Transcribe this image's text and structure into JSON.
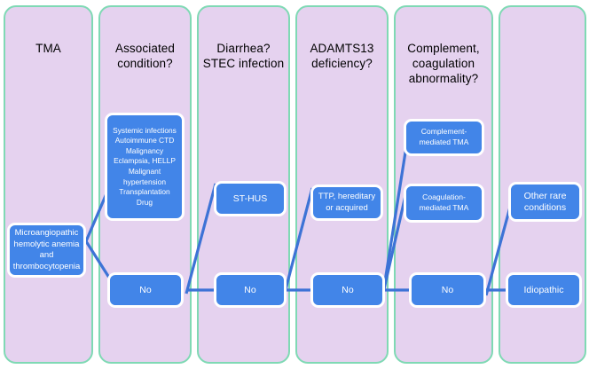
{
  "diagram": {
    "title": "TMA diagnostic flowchart",
    "colors": {
      "panel": "#e5d2ef",
      "panel_border": "#7fd9b4",
      "node": "#4285e8",
      "node_border": "#ffffff",
      "connector": "#3d73d6",
      "background": "#ffffff",
      "node_text": "#ffffff",
      "header_text": "#000000"
    },
    "columns": [
      {
        "id": "col-tma",
        "header": "TMA"
      },
      {
        "id": "col-associated-condition",
        "header": "Associated condition?"
      },
      {
        "id": "col-diarrhea-stec",
        "header": "Diarrhea? STEC infection"
      },
      {
        "id": "col-adamts13",
        "header": "ADAMTS13 deficiency?"
      },
      {
        "id": "col-complement-coagulation",
        "header": "Complement, coagulation abnormality?"
      },
      {
        "id": "col-final",
        "header": ""
      }
    ],
    "headers": {
      "tma": "TMA",
      "associated_condition_line1": "Associated",
      "associated_condition_line2": "condition?",
      "diarrhea_line1": "Diarrhea?",
      "diarrhea_line2": "STEC infection",
      "adamts13_line1": "ADAMTS13",
      "adamts13_line2": "deficiency?",
      "complement_line1": "Complement,",
      "complement_line2": "coagulation",
      "complement_line3": "abnormality?"
    },
    "nodes": {
      "tma_definition": "Microangiopathic hemolytic anemia and thrombocytopenia",
      "associated_conditions": [
        "Systemic infections",
        "Autoimmune CTD",
        "Malignancy",
        "Eclampsia, HELLP",
        "Malignant",
        "hypertension",
        "Transplantation",
        "Drug"
      ],
      "st_hus": "ST-HUS",
      "ttp": "TTP, hereditary or acquired",
      "complement_mediated_tma": "Complement-mediated TMA",
      "coagulation_mediated_tma": "Coagulation-mediated TMA",
      "other_rare_conditions": "Other rare conditions",
      "idiopathic": "Idiopathic",
      "no_associated_condition": "No",
      "no_diarrhea": "No",
      "no_adamts13": "No",
      "no_complement": "No"
    }
  }
}
